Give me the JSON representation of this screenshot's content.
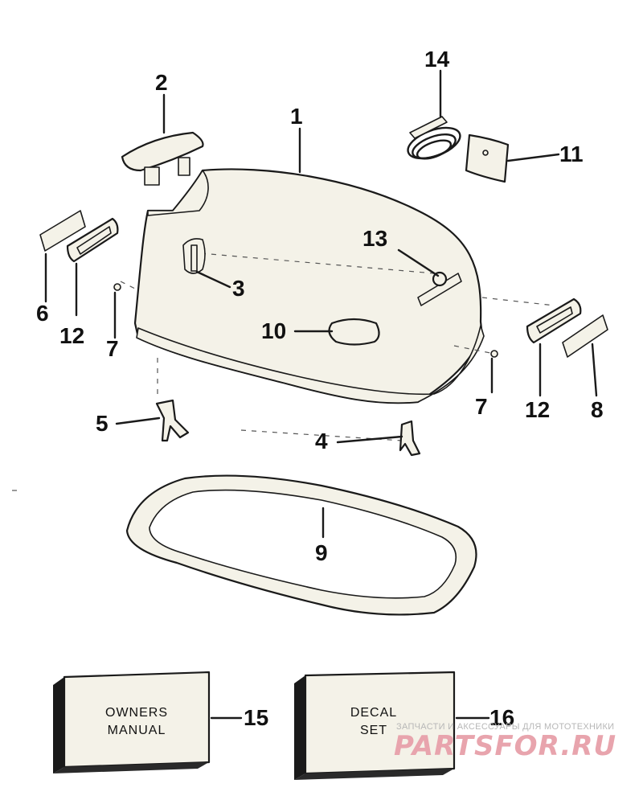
{
  "callouts": {
    "c1": "1",
    "c2": "2",
    "c3": "3",
    "c4": "4",
    "c5": "5",
    "c6": "6",
    "c7a": "7",
    "c7b": "7",
    "c8": "8",
    "c9": "9",
    "c10": "10",
    "c11": "11",
    "c12a": "12",
    "c12b": "12",
    "c13": "13",
    "c14": "14",
    "c15": "15",
    "c16": "16"
  },
  "boxes": {
    "owners_manual": [
      "OWNERS",
      "MANUAL"
    ],
    "decal_set": [
      "DECAL",
      "SET"
    ]
  },
  "watermark": {
    "tagline": "ЗАПЧАСТИ И АКСЕССУАРЫ ДЛЯ МОТОТЕХНИКИ",
    "logo": "PARTSFOR.RU",
    "color": "#e8a4ad"
  }
}
